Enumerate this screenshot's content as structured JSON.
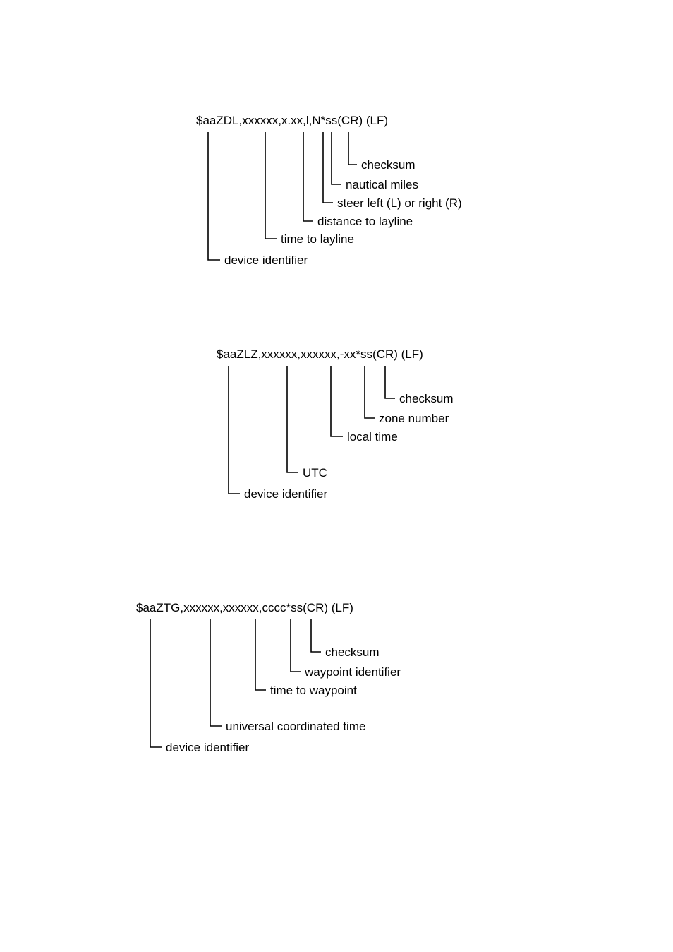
{
  "diagrams": [
    {
      "sentence": "$aaZDL,xxxxxx,x.xx,l,N*ss(CR) (LF)",
      "fields": [
        "checksum",
        "nautical miles",
        "steer left (L) or right (R)",
        "distance to layline",
        "time to layline",
        "device identifier"
      ]
    },
    {
      "sentence": "$aaZLZ,xxxxxx,xxxxxx,-xx*ss(CR) (LF)",
      "fields": [
        "checksum",
        "zone number",
        "local time",
        "UTC",
        "device identifier"
      ]
    },
    {
      "sentence": "$aaZTG,xxxxxx,xxxxxx,cccc*ss(CR) (LF)",
      "fields": [
        "checksum",
        "waypoint identifier",
        "time to waypoint",
        "universal coordinated time",
        "device identifier"
      ]
    }
  ]
}
